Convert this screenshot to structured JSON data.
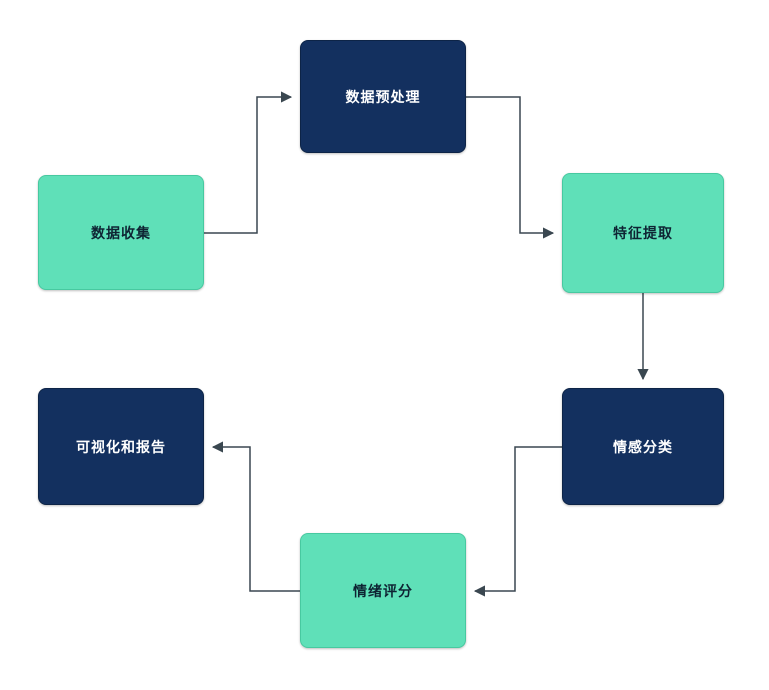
{
  "diagram": {
    "nodes": [
      {
        "id": "data-collection",
        "label": "数据收集",
        "shape_color": "#5FE0B8",
        "text_color": "#0E2433"
      },
      {
        "id": "data-preprocessing",
        "label": "数据预处理",
        "shape_color": "#13305F",
        "text_color": "#FFFFFF"
      },
      {
        "id": "feature-extraction",
        "label": "特征提取",
        "shape_color": "#5FE0B8",
        "text_color": "#0E2433"
      },
      {
        "id": "sentiment-classification",
        "label": "情感分类",
        "shape_color": "#13305F",
        "text_color": "#FFFFFF"
      },
      {
        "id": "emotion-scoring",
        "label": "情绪评分",
        "shape_color": "#5FE0B8",
        "text_color": "#0E2433"
      },
      {
        "id": "visualization-report",
        "label": "可视化和报告",
        "shape_color": "#13305F",
        "text_color": "#FFFFFF"
      }
    ],
    "edges": [
      {
        "from": "data-collection",
        "to": "data-preprocessing"
      },
      {
        "from": "data-preprocessing",
        "to": "feature-extraction"
      },
      {
        "from": "feature-extraction",
        "to": "sentiment-classification"
      },
      {
        "from": "sentiment-classification",
        "to": "emotion-scoring"
      },
      {
        "from": "emotion-scoring",
        "to": "visualization-report"
      }
    ],
    "colors": {
      "teal": "#5FE0B8",
      "navy": "#13305F",
      "connector": "#3A4750",
      "background": "#FFFFFF"
    }
  }
}
